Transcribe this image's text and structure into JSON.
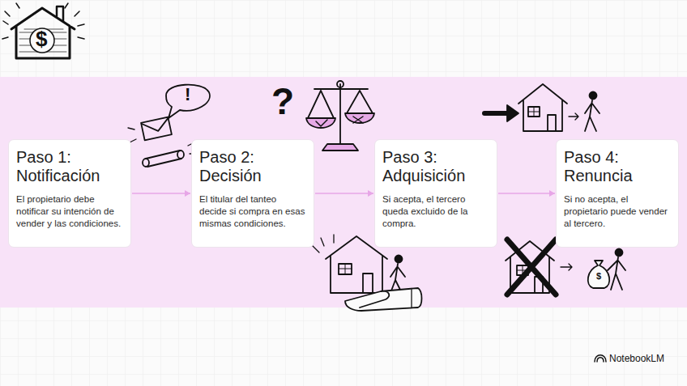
{
  "diagram": {
    "nodes": [
      {
        "text": [
          "Paso 1: Notificación",
          "El propietario debe notificar su intención de vender y las condiciones."
        ]
      },
      {
        "text": [
          "Paso 2: Decisión",
          "El titular del tanteo decide si compra en esas mismas condiciones."
        ]
      },
      {
        "text": [
          "Paso 3: Adquisición",
          "Si acepta, el tercero queda excluido de la compra."
        ]
      },
      {
        "text": [
          "Paso 4: Renuncia",
          "Si no acepta, el propietario puede vender al tercero."
        ]
      }
    ],
    "edges": [
      {
        "from": 0,
        "to": 1,
        "arrow": "to"
      },
      {
        "from": 1,
        "to": 2,
        "arrow": "to"
      },
      {
        "from": 2,
        "to": 3,
        "arrow": "to"
      }
    ],
    "labels": [
      "$",
      "!",
      "?",
      "$",
      "NotebookLM"
    ]
  }
}
